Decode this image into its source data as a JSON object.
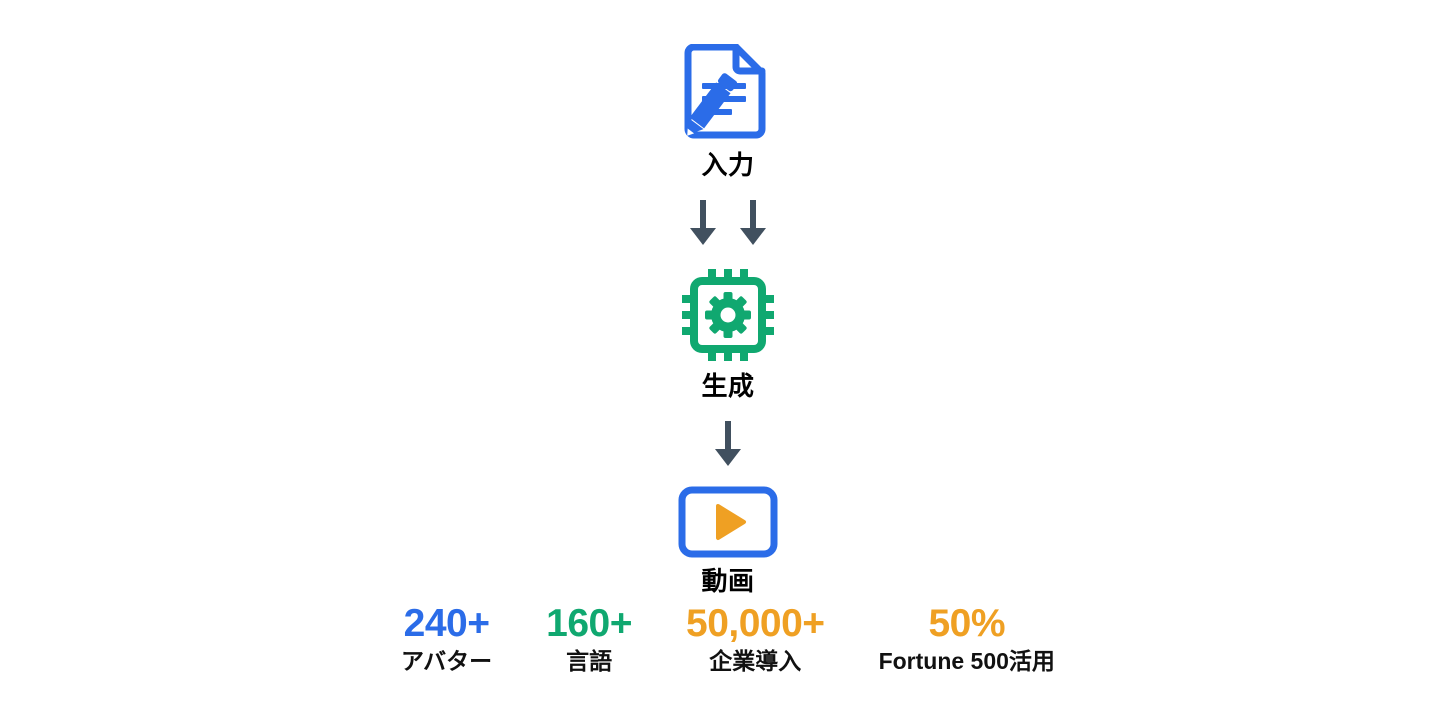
{
  "theme": {
    "background": "#ffffff",
    "blue": "#2B6CE8",
    "green": "#10A870",
    "orange": "#EFA023",
    "arrow": "#41505F",
    "text": "#000000"
  },
  "flow": {
    "steps": [
      {
        "id": "input",
        "label": "入力",
        "icon": "document-pencil-icon",
        "color": "#2B6CE8"
      },
      {
        "id": "generate",
        "label": "生成",
        "icon": "cpu-gear-icon",
        "color": "#10A870"
      },
      {
        "id": "video",
        "label": "動画",
        "icon": "video-play-icon",
        "color": "#2B6CE8"
      }
    ],
    "connectors": [
      {
        "id": "input-to-generate",
        "icon": "arrow-down-icon",
        "count": 2
      },
      {
        "id": "generate-to-video",
        "icon": "arrow-down-icon",
        "count": 1
      }
    ]
  },
  "stats": [
    {
      "id": "avatars",
      "value": "240+",
      "label": "アバター",
      "color": "#2B6CE8"
    },
    {
      "id": "languages",
      "value": "160+",
      "label": "言語",
      "color": "#10A870"
    },
    {
      "id": "enterprises",
      "value": "50,000+",
      "label": "企業導入",
      "color": "#EFA023"
    },
    {
      "id": "fortune500",
      "value": "50%",
      "label": "Fortune 500活用",
      "color": "#EFA023"
    }
  ]
}
